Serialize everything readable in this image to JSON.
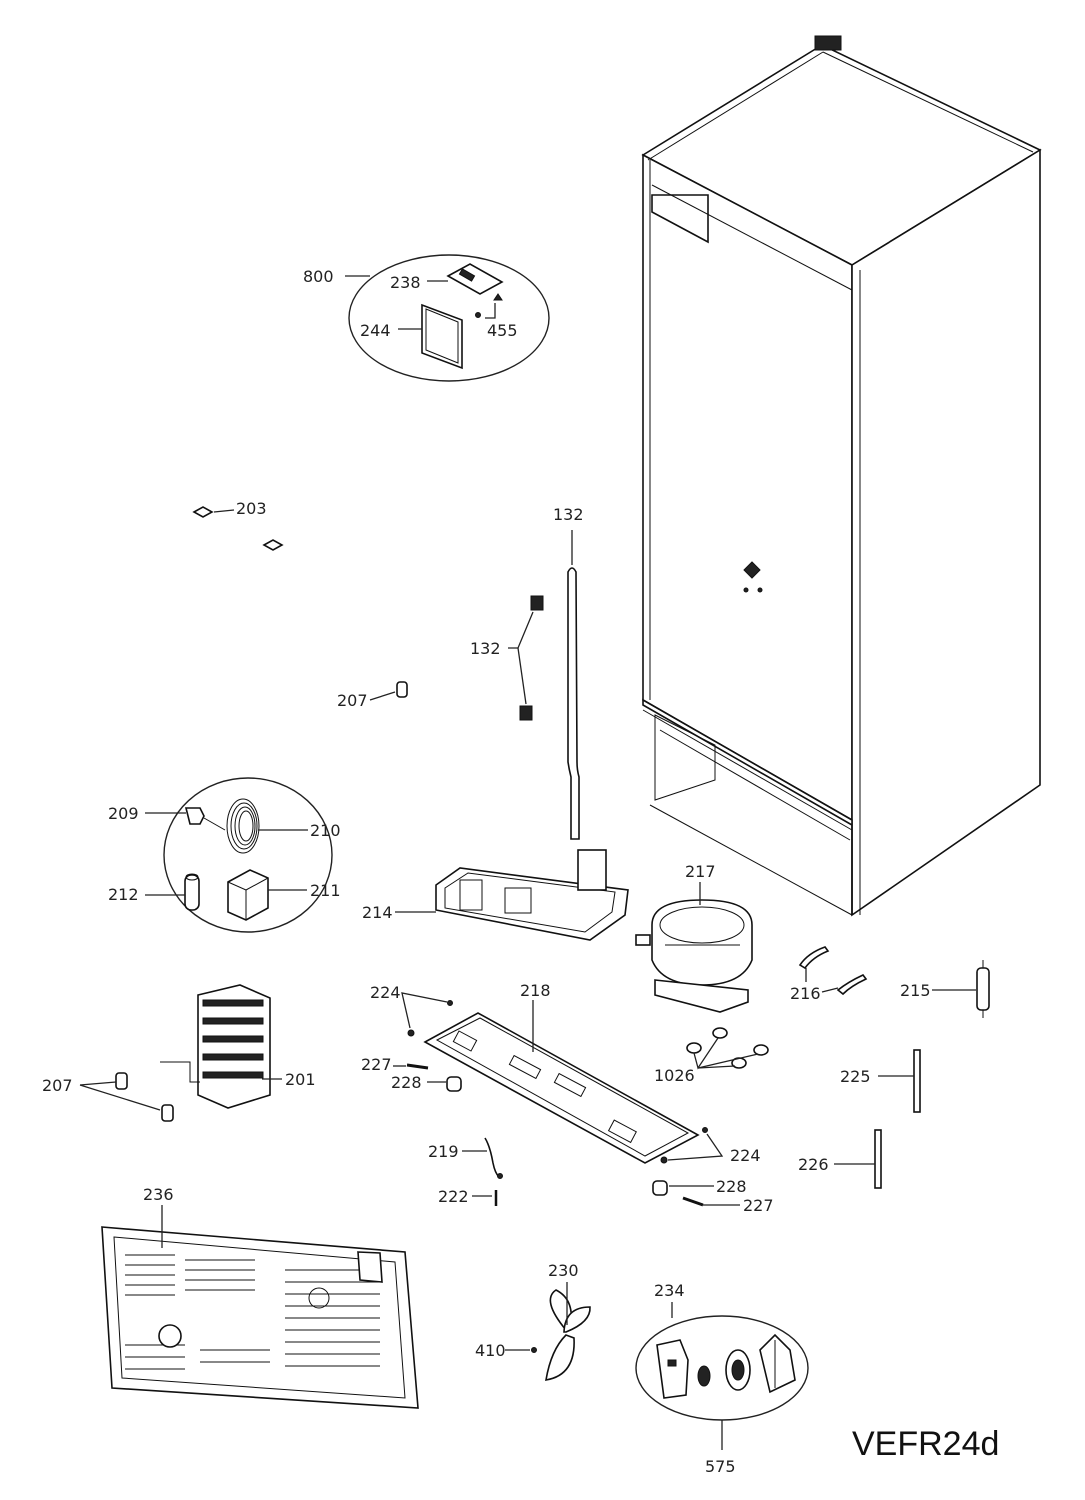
{
  "model": "VEFR24d",
  "labels": {
    "p800": "800",
    "p238": "238",
    "p244": "244",
    "p455": "455",
    "p203": "203",
    "p132a": "132",
    "p132b": "132",
    "p207a": "207",
    "p209": "209",
    "p210": "210",
    "p212": "212",
    "p211": "211",
    "p214": "214",
    "p217": "217",
    "p216": "216",
    "p215": "215",
    "p224a": "224",
    "p218": "218",
    "p227a": "227",
    "p228a": "228",
    "p1026": "1026",
    "p225": "225",
    "p207b": "207",
    "p201": "201",
    "p219": "219",
    "p224b": "224",
    "p226": "226",
    "p228b": "228",
    "p222": "222",
    "p227b": "227",
    "p236": "236",
    "p230": "230",
    "p234": "234",
    "p410": "410",
    "p575": "575"
  }
}
